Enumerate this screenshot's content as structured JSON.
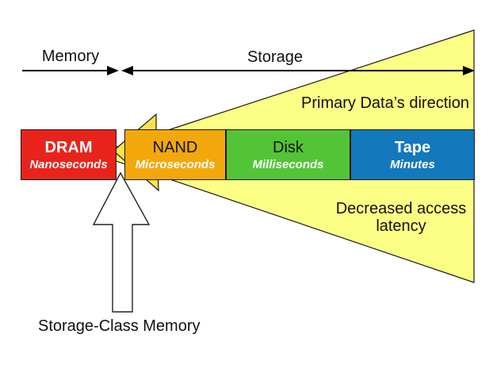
{
  "canvas": {
    "background": "#ffffff"
  },
  "axis": {
    "memory_label": "Memory",
    "storage_label": "Storage"
  },
  "tiers": [
    {
      "name": "DRAM",
      "latency": "Nanoseconds",
      "color": "#e8231b",
      "title_color": "#ffffff"
    },
    {
      "name": "NAND",
      "latency": "Microseconds",
      "color": "#f2a80b",
      "title_color": "#111111"
    },
    {
      "name": "Disk",
      "latency": "Milliseconds",
      "color": "#54c437",
      "title_color": "#111111"
    },
    {
      "name": "Tape",
      "latency": "Minutes",
      "color": "#1478bd",
      "title_color": "#ffffff"
    }
  ],
  "annotations": {
    "primary_direction": "Primary Data’s direction",
    "decreased_latency_line1": "Decreased access",
    "decreased_latency_line2": "latency",
    "storage_class_memory": "Storage-Class Memory"
  },
  "colors": {
    "funnel_yellow": "#fcff85",
    "arrow_gold": "#ffe14f",
    "outline": "#1a1a1a",
    "axis_line": "#000000",
    "scm_arrow_fill": "#ffffff"
  }
}
